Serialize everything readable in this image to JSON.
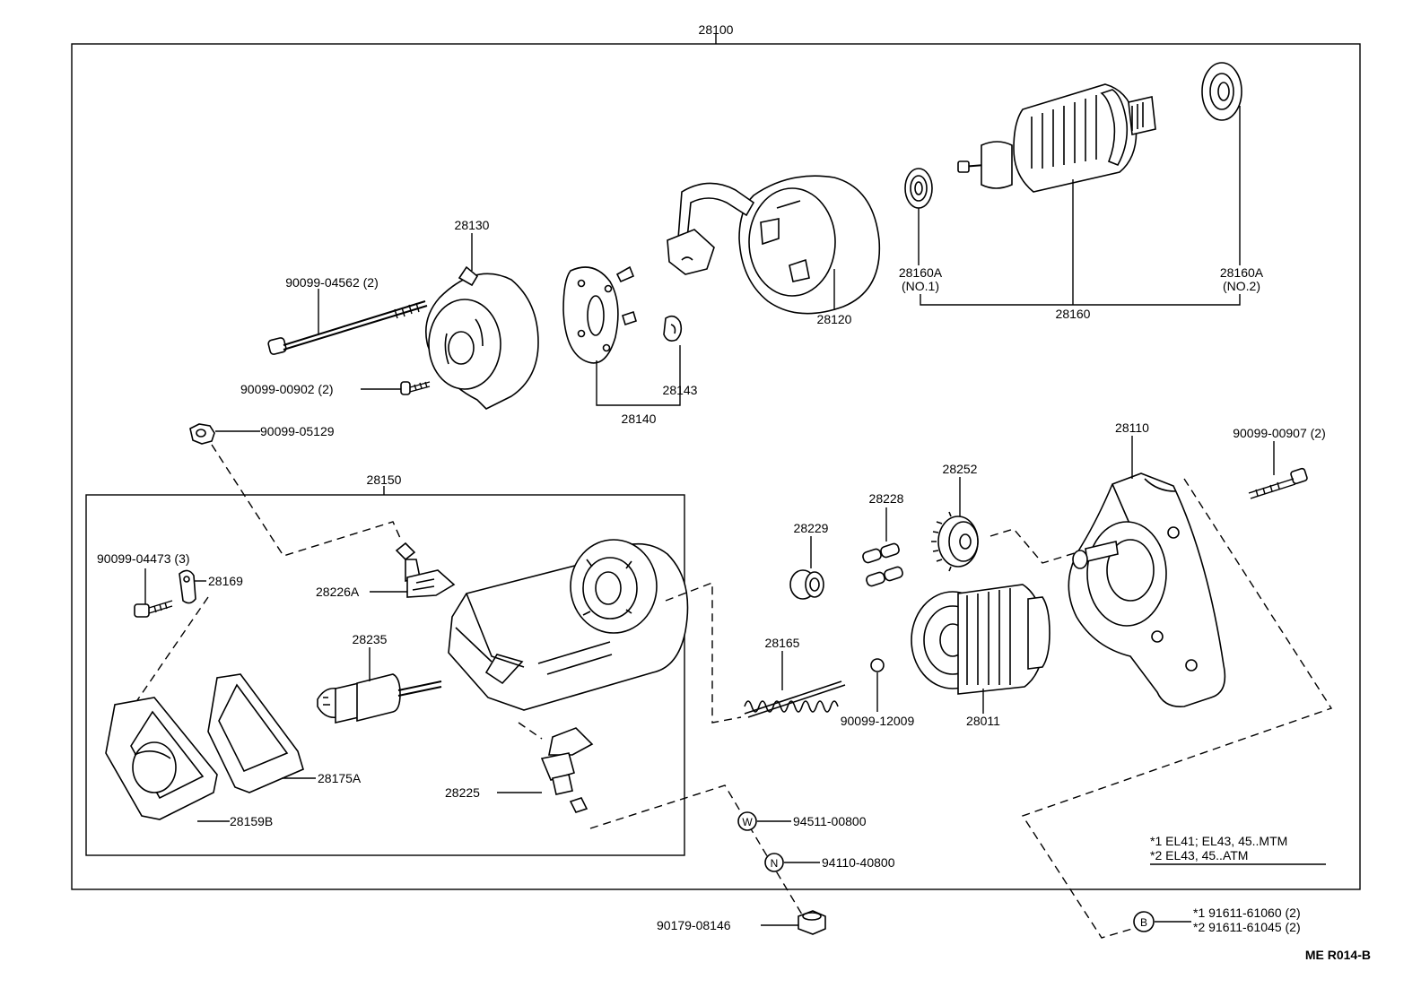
{
  "labels": {
    "top": "28100",
    "p28130": "28130",
    "p90099_04562": "90099-04562 (2)",
    "p90099_00902": "90099-00902 (2)",
    "p90099_05129": "90099-05129",
    "p28143": "28143",
    "p28140": "28140",
    "p28120": "28120",
    "p28160A_1": "28160A",
    "p28160A_1_sub": "(NO.1)",
    "p28160A_2": "28160A",
    "p28160A_2_sub": "(NO.2)",
    "p28160": "28160",
    "p28150": "28150",
    "p90099_04473": "90099-04473 (3)",
    "p28169": "28169",
    "p28226A": "28226A",
    "p28235": "28235",
    "p28175A": "28175A",
    "p28159B": "28159B",
    "p28225": "28225",
    "p28229": "28229",
    "p28228": "28228",
    "p28252": "28252",
    "p28110": "28110",
    "p90099_00907": "90099-00907 (2)",
    "p28165": "28165",
    "p90099_12009": "90099-12009",
    "p28011": "28011",
    "p94511_00800": "94511-00800",
    "p94110_40800": "94110-40800",
    "p90179_08146": "90179-08146",
    "note1": "*1 EL41; EL43, 45..MTM",
    "note2": "*2 EL43, 45..ATM",
    "ref1": "*1 91611-61060 (2)",
    "ref2": "*2 91611-61045 (2)",
    "circle_w": "W",
    "circle_n": "N",
    "circle_b": "B",
    "footer": "ME R014-B"
  }
}
